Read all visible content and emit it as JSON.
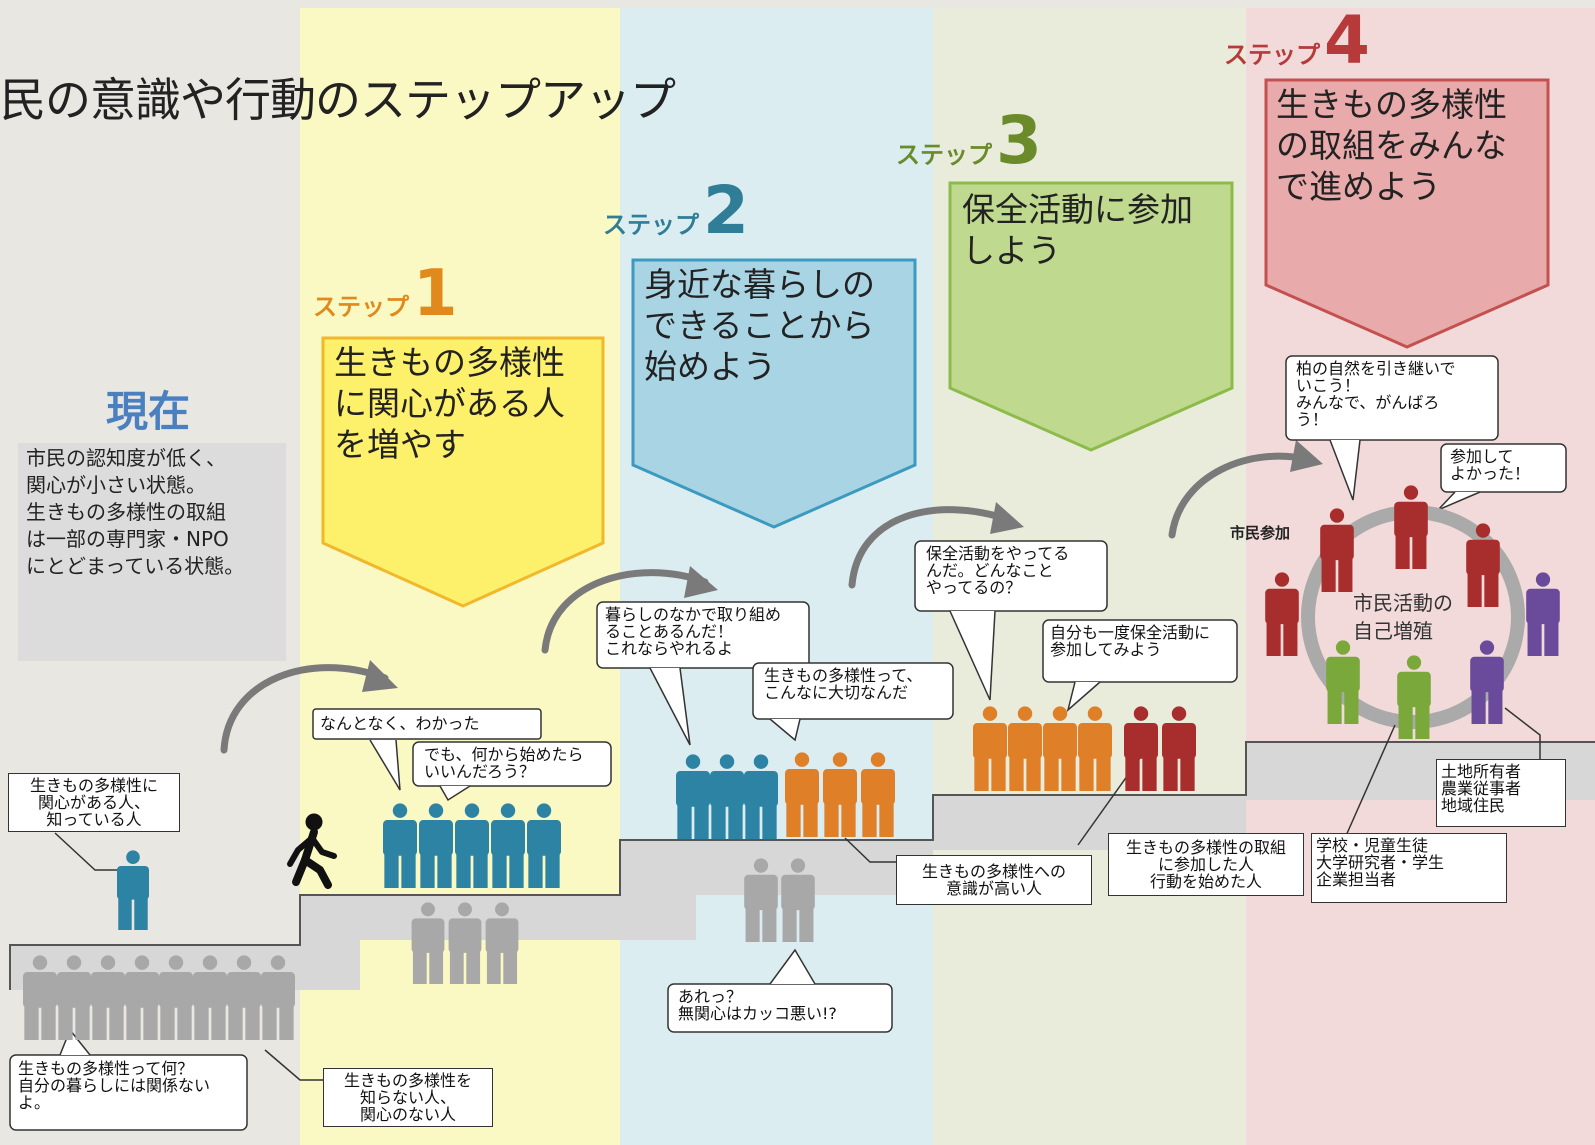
{
  "title": "民の意識や行動のステップアップ",
  "colors": {
    "band_step1": "#fbf9c3",
    "band_step2": "#dbedf1",
    "band_step3": "#e9ecdb",
    "band_step4": "#f2dada",
    "step1": "#e08a1e",
    "step2": "#2f7d96",
    "step3": "#6b8a2a",
    "step4": "#b63a3a",
    "current": "#4a80c0",
    "person_gray": "#a8a8a8",
    "person_blue": "#2c83a3",
    "person_orange": "#df7f28",
    "person_red": "#a82e2e",
    "person_green": "#7aa83a",
    "person_purple": "#6a4a9a"
  },
  "current": {
    "heading": "現在",
    "description": "市民の認知度が低く、\n関心が小さい状態。\n生きもの多様性の取組\nは一部の専門家・NPO\nにとどまっている状態。"
  },
  "steps": [
    {
      "label": "ステップ",
      "number": "1",
      "goal": "生きもの多様性\nに関心がある人\nを増やす"
    },
    {
      "label": "ステップ",
      "number": "2",
      "goal": "身近な暮らしの\nできることから\n始めよう"
    },
    {
      "label": "ステップ",
      "number": "3",
      "goal": "保全活動に参加\nしよう"
    },
    {
      "label": "ステップ",
      "number": "4",
      "goal": "生きもの多様性\nの取組をみんな\nで進めよう"
    }
  ],
  "bubbles": {
    "nantonaku": "なんとなく、わかった",
    "demo": "でも、何から始めたら\nいいんだろう？",
    "kurashi": "暮らしのなかで取り組め\nることあるんだ！\nこれならやれるよ",
    "taisetsu": "生きもの多様性って、\nこんなに大切なんだ",
    "hozen": "保全活動をやってる\nんだ。どんなこと\nやってるの？",
    "jibun": "自分も一度保全活動に\n参加してみよう",
    "kashiwa": "柏の自然を引き継いで\nいこう！\nみんなで、がんばろ\nう！",
    "sanka": "参加して\nよかった！",
    "nani": "生きもの多様性って何？\n自分の暮らしには関係ない\nよ。",
    "are": "あれっ？\n無関心はカッコ悪い!?"
  },
  "labels": {
    "interested": "生きもの多様性に\n関心がある人、\n知っている人",
    "unaware": "生きもの多様性を\n知らない人、\n関心のない人",
    "high_awareness": "生きもの多様性への\n意識が高い人",
    "participated": "生きもの多様性の取組\nに参加した人\n行動を始めた人",
    "schools": "学校・児童生徒\n大学研究者・学生\n企業担当者",
    "landowners": "土地所有者\n農業従事者\n地域住民",
    "citizen_participation": "市民参加",
    "circle": "市民活動の\n自己増殖"
  },
  "icons": {
    "walker": "walking-person-icon",
    "person": "person-icon",
    "arrow": "curved-arrow-icon"
  }
}
